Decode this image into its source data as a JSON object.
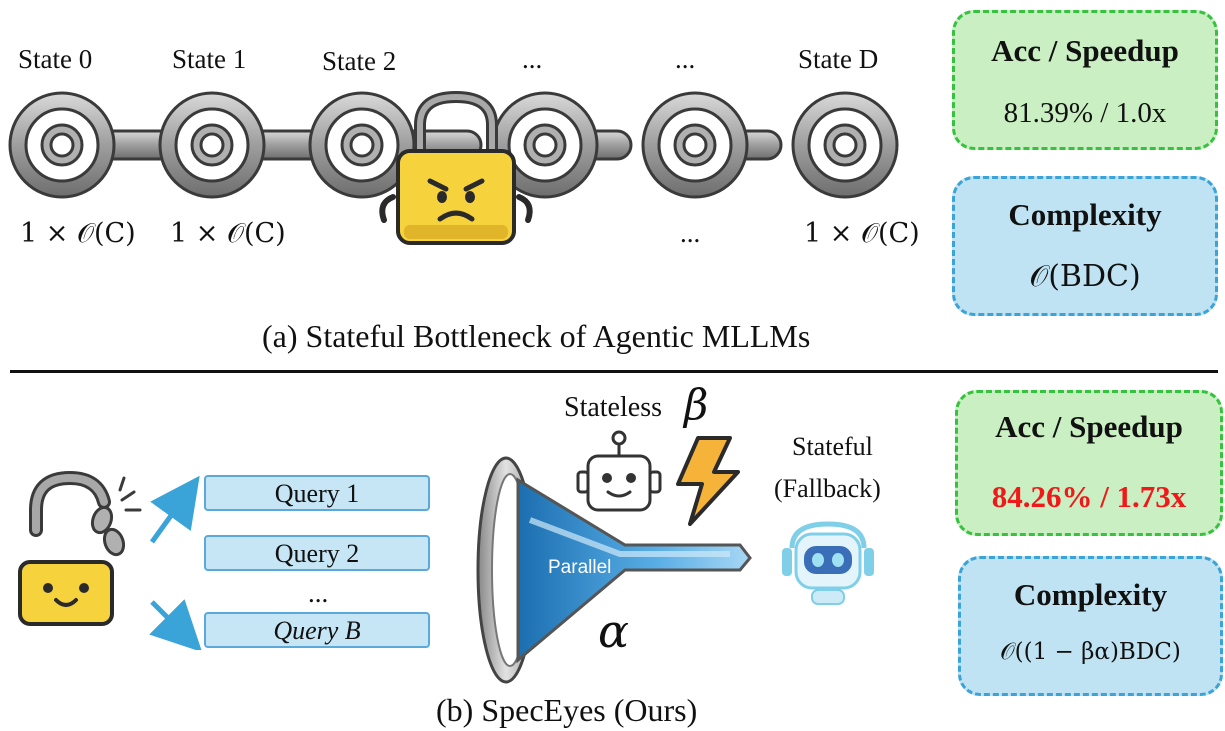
{
  "panel_a": {
    "states": [
      "State 0",
      "State 1",
      "State 2",
      "...",
      "...",
      "State D"
    ],
    "costs": [
      "1 × 𝒪(C)",
      "1 × 𝒪(C)",
      "...",
      "1 × 𝒪(C)"
    ],
    "metrics_title": "Acc / Speedup",
    "metrics_value": "81.39% / 1.0x",
    "complexity_title": "Complexity",
    "complexity_value": "𝒪(BDC)",
    "caption": "(a)  Stateful Bottleneck of Agentic MLLMs"
  },
  "panel_b": {
    "queries": [
      "Query 1",
      "Query 2",
      "Query B"
    ],
    "query_ellipsis": "...",
    "stateless_label": "Stateless",
    "beta_symbol": "β",
    "parallel_label": "Parallel",
    "alpha_symbol": "α",
    "stateful_label_1": "Stateful",
    "stateful_label_2": "(Fallback)",
    "metrics_title": "Acc / Speedup",
    "metrics_value": "84.26% / 1.73x",
    "complexity_title": "Complexity",
    "complexity_value": "𝒪((1 − βα)BDC)",
    "caption": "(b) SpecEyes (Ours)"
  },
  "colors": {
    "chain_gray": "#9a9a9a",
    "lock_yellow": "#f6d33d",
    "green_box": "#c9efc2",
    "blue_box": "#bfe3f2",
    "highlight_red": "#f01818",
    "funnel_blue": "#2b8fd0"
  }
}
